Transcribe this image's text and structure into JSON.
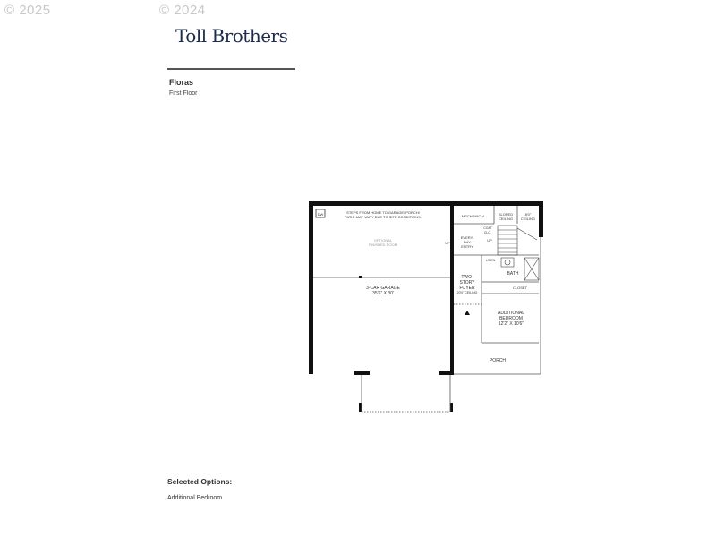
{
  "watermarks": [
    "© 2025",
    "© 2024"
  ],
  "brand": {
    "name": "Toll Brothers",
    "color": "#1d2b4f"
  },
  "plan": {
    "name": "Floras",
    "floor": "First Floor"
  },
  "floorplan": {
    "note_line1": "STEPS FROM HOME TO GARAGE/ PORCH/",
    "note_line2": "PATIO MAY VARY DUE TO SITE CONDITIONS.",
    "note_marker": "DW",
    "optional_room_line1": "OPTIONAL",
    "optional_room_line2": "FINISHED ROOM",
    "garage_name": "3-CAR GARAGE",
    "garage_size": "35'6\" X 30'",
    "mechanical": "MECHANICAL",
    "sloped_line1": "SLOPED",
    "sloped_line2": "CEILING",
    "ceiling_line1": "8'0\"",
    "ceiling_line2": "CEILING",
    "coat_line1": "COAT",
    "coat_line2": "CLO.",
    "entry_line1": "EVERY-",
    "entry_line2": "DAY",
    "entry_line3": "ENTRY",
    "up_left": "UP",
    "up_right": "UP",
    "linen": "LINEN",
    "bath": "BATH",
    "closet": "CLOSET",
    "foyer_line1": "TWO-",
    "foyer_line2": "STORY",
    "foyer_line3": "FOYER",
    "foyer_ceiling": "20'0\" CEILING",
    "bedroom_line1": "ADDITIONAL",
    "bedroom_line2": "BEDROOM",
    "bedroom_size": "12'2\" X 10'6\"",
    "porch": "PORCH"
  },
  "options": {
    "title": "Selected Options:",
    "items": [
      "Additional Bedroom"
    ]
  }
}
